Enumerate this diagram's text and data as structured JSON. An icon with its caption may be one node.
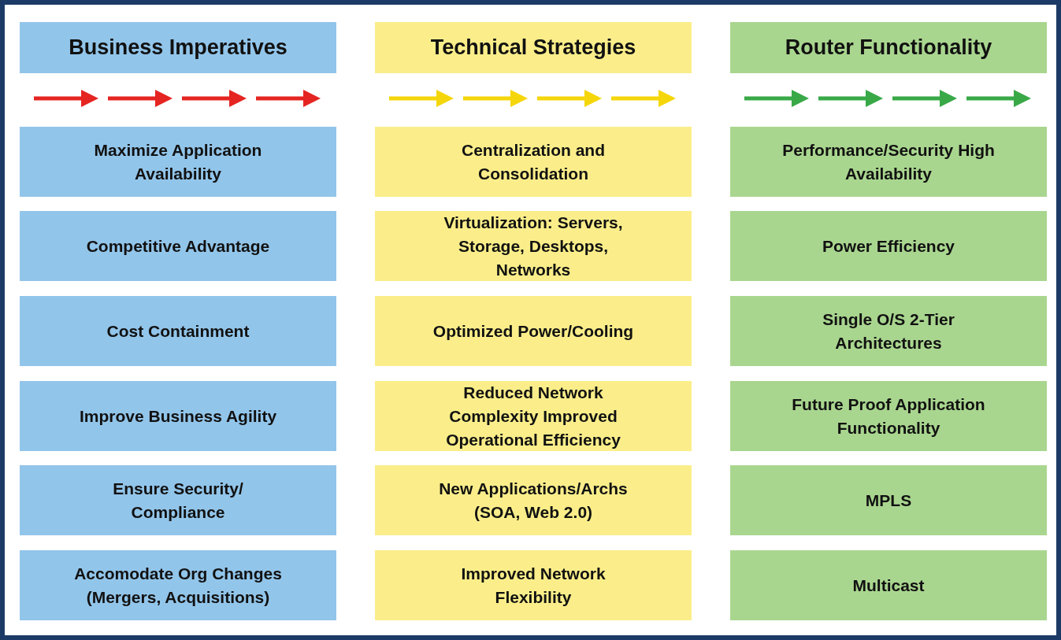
{
  "diagram": {
    "nodes": [
      {
        "text": [
          "Business Imperatives"
        ]
      },
      {
        "text": [
          "Technical Strategies"
        ]
      },
      {
        "text": [
          "Router Functionality"
        ]
      },
      {
        "text": [
          "Maximize Application Availability"
        ]
      },
      {
        "text": [
          "Centralization and Consolidation"
        ]
      },
      {
        "text": [
          "Performance/Security High Availability"
        ]
      },
      {
        "text": [
          "Competitive Advantage"
        ]
      },
      {
        "text": [
          "Virtualization: Servers, Storage, Desktops, Networks"
        ]
      },
      {
        "text": [
          "Power Efficiency"
        ]
      },
      {
        "text": [
          "Cost Containment"
        ]
      },
      {
        "text": [
          "Optimized Power/Cooling"
        ]
      },
      {
        "text": [
          "Single O/S 2-Tier Architectures"
        ]
      },
      {
        "text": [
          "Improve Business Agility"
        ]
      },
      {
        "text": [
          "Reduced Network Complexity Improved Operational Efficiency"
        ]
      },
      {
        "text": [
          "Future Proof Application Functionality"
        ]
      },
      {
        "text": [
          "Ensure Security/ Compliance"
        ]
      },
      {
        "text": [
          "New Applications/Archs (SOA, Web 2.0)"
        ]
      },
      {
        "text": [
          "MPLS"
        ]
      },
      {
        "text": [
          "Accomodate Org Changes (Mergers, Acquisitions)"
        ]
      },
      {
        "text": [
          "Improved Network Flexibility"
        ]
      },
      {
        "text": [
          "Multicast"
        ]
      }
    ],
    "edges": []
  }
}
